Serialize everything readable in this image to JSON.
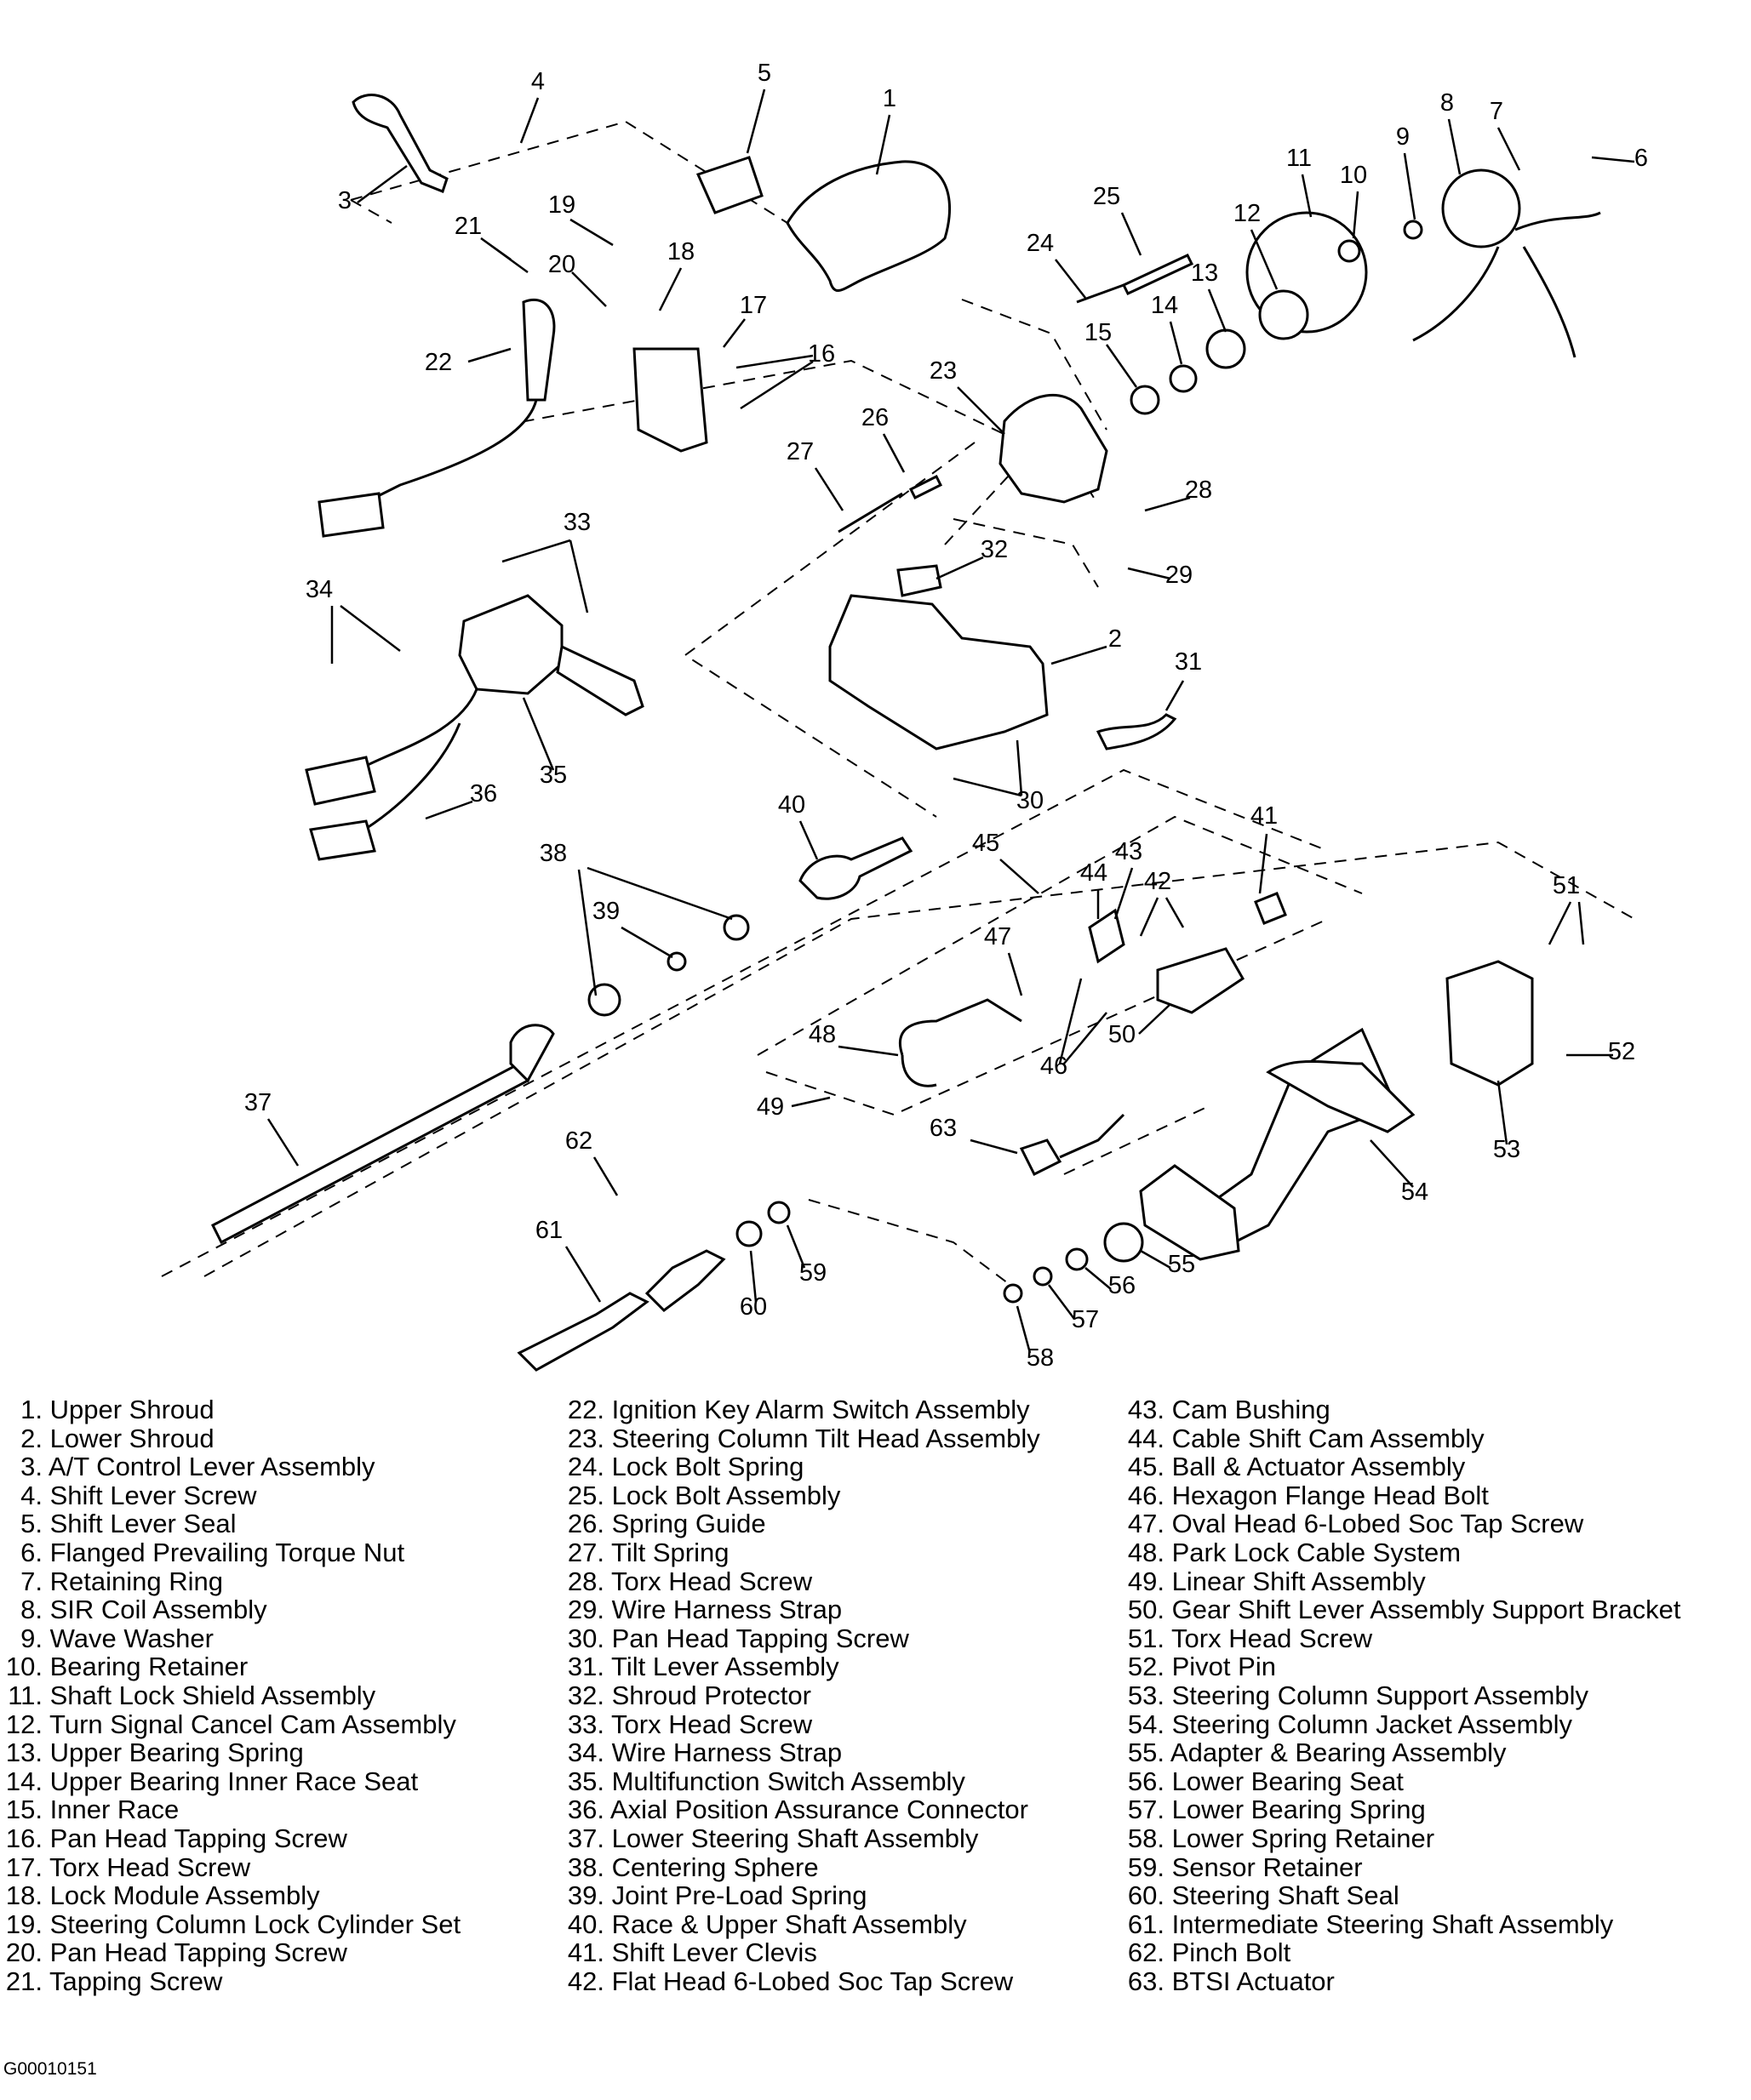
{
  "figure_id": "G00010151",
  "legend": [
    {
      "num": "1.",
      "label": "Upper Shroud"
    },
    {
      "num": "2.",
      "label": "Lower Shroud"
    },
    {
      "num": "3.",
      "label": "A/T Control Lever Assembly"
    },
    {
      "num": "4.",
      "label": "Shift Lever Screw"
    },
    {
      "num": "5.",
      "label": "Shift Lever Seal"
    },
    {
      "num": "6.",
      "label": "Flanged Prevailing Torque Nut"
    },
    {
      "num": "7.",
      "label": "Retaining Ring"
    },
    {
      "num": "8.",
      "label": "SIR Coil Assembly"
    },
    {
      "num": "9.",
      "label": "Wave Washer"
    },
    {
      "num": "10.",
      "label": "Bearing Retainer"
    },
    {
      "num": "11.",
      "label": "Shaft Lock Shield Assembly"
    },
    {
      "num": "12.",
      "label": "Turn Signal Cancel Cam Assembly"
    },
    {
      "num": "13.",
      "label": "Upper Bearing Spring"
    },
    {
      "num": "14.",
      "label": "Upper Bearing Inner Race Seat"
    },
    {
      "num": "15.",
      "label": "Inner Race"
    },
    {
      "num": "16.",
      "label": "Pan Head Tapping Screw"
    },
    {
      "num": "17.",
      "label": "Torx Head Screw"
    },
    {
      "num": "18.",
      "label": "Lock Module Assembly"
    },
    {
      "num": "19.",
      "label": "Steering Column Lock Cylinder Set"
    },
    {
      "num": "20.",
      "label": "Pan Head Tapping Screw"
    },
    {
      "num": "21.",
      "label": "Tapping Screw"
    },
    {
      "num": "22.",
      "label": "Ignition Key Alarm Switch Assembly"
    },
    {
      "num": "23.",
      "label": "Steering Column Tilt Head Assembly"
    },
    {
      "num": "24.",
      "label": "Lock Bolt Spring"
    },
    {
      "num": "25.",
      "label": "Lock Bolt Assembly"
    },
    {
      "num": "26.",
      "label": "Spring Guide"
    },
    {
      "num": "27.",
      "label": "Tilt Spring"
    },
    {
      "num": "28.",
      "label": "Torx Head Screw"
    },
    {
      "num": "29.",
      "label": "Wire Harness Strap"
    },
    {
      "num": "30.",
      "label": "Pan Head Tapping Screw"
    },
    {
      "num": "31.",
      "label": "Tilt Lever Assembly"
    },
    {
      "num": "32.",
      "label": "Shroud Protector"
    },
    {
      "num": "33.",
      "label": "Torx Head Screw"
    },
    {
      "num": "34.",
      "label": "Wire Harness Strap"
    },
    {
      "num": "35.",
      "label": "Multifunction Switch Assembly"
    },
    {
      "num": "36.",
      "label": "Axial Position Assurance Connector"
    },
    {
      "num": "37.",
      "label": "Lower Steering Shaft Assembly"
    },
    {
      "num": "38.",
      "label": "Centering Sphere"
    },
    {
      "num": "39.",
      "label": "Joint Pre-Load Spring"
    },
    {
      "num": "40.",
      "label": "Race & Upper Shaft Assembly"
    },
    {
      "num": "41.",
      "label": "Shift Lever Clevis"
    },
    {
      "num": "42.",
      "label": "Flat Head 6-Lobed Soc Tap Screw"
    },
    {
      "num": "43.",
      "label": "Cam Bushing"
    },
    {
      "num": "44.",
      "label": "Cable Shift Cam Assembly"
    },
    {
      "num": "45.",
      "label": "Ball & Actuator Assembly"
    },
    {
      "num": "46.",
      "label": "Hexagon Flange Head Bolt"
    },
    {
      "num": "47.",
      "label": "Oval Head 6-Lobed Soc Tap Screw"
    },
    {
      "num": "48.",
      "label": "Park Lock Cable System"
    },
    {
      "num": "49.",
      "label": "Linear Shift Assembly"
    },
    {
      "num": "50.",
      "label": "Gear Shift Lever Assembly Support Bracket"
    },
    {
      "num": "51.",
      "label": "Torx Head Screw"
    },
    {
      "num": "52.",
      "label": "Pivot Pin"
    },
    {
      "num": "53.",
      "label": "Steering Column Support Assembly"
    },
    {
      "num": "54.",
      "label": "Steering Column Jacket Assembly"
    },
    {
      "num": "55.",
      "label": "Adapter & Bearing Assembly"
    },
    {
      "num": "56.",
      "label": "Lower Bearing Seat"
    },
    {
      "num": "57.",
      "label": "Lower Bearing Spring"
    },
    {
      "num": "58.",
      "label": "Lower Spring Retainer"
    },
    {
      "num": "59.",
      "label": "Sensor Retainer"
    },
    {
      "num": "60.",
      "label": "Steering Shaft Seal"
    },
    {
      "num": "61.",
      "label": "Intermediate Steering Shaft Assembly"
    },
    {
      "num": "62.",
      "label": "Pinch Bolt"
    },
    {
      "num": "63.",
      "label": "BTSI Actuator"
    }
  ],
  "callouts": [
    "1",
    "2",
    "3",
    "4",
    "5",
    "6",
    "7",
    "8",
    "9",
    "10",
    "11",
    "12",
    "13",
    "14",
    "15",
    "16",
    "17",
    "18",
    "19",
    "20",
    "21",
    "22",
    "23",
    "24",
    "25",
    "26",
    "27",
    "28",
    "29",
    "30",
    "31",
    "32",
    "33",
    "34",
    "35",
    "36",
    "37",
    "38",
    "39",
    "40",
    "41",
    "42",
    "43",
    "44",
    "45",
    "46",
    "47",
    "48",
    "49",
    "50",
    "51",
    "52",
    "53",
    "54",
    "55",
    "56",
    "57",
    "58",
    "59",
    "60",
    "61",
    "62",
    "63"
  ]
}
